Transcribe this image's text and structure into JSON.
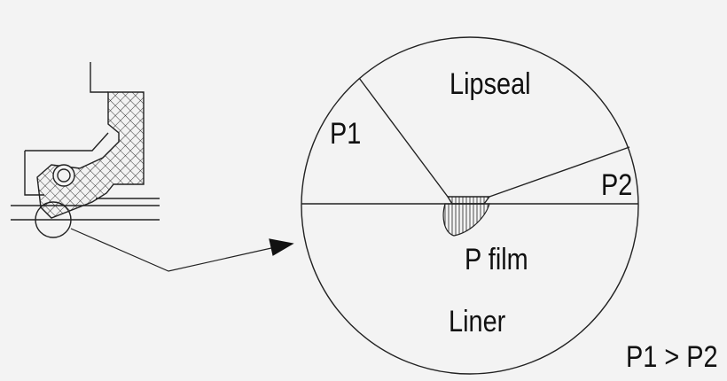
{
  "labels": {
    "lipseal": "Lipseal",
    "p1": "P1",
    "p2": "P2",
    "p_film": "P film",
    "liner": "Liner",
    "condition": "P1 > P2"
  },
  "colors": {
    "background": "#f3f3f3",
    "stroke": "#222222",
    "text": "#111111"
  }
}
